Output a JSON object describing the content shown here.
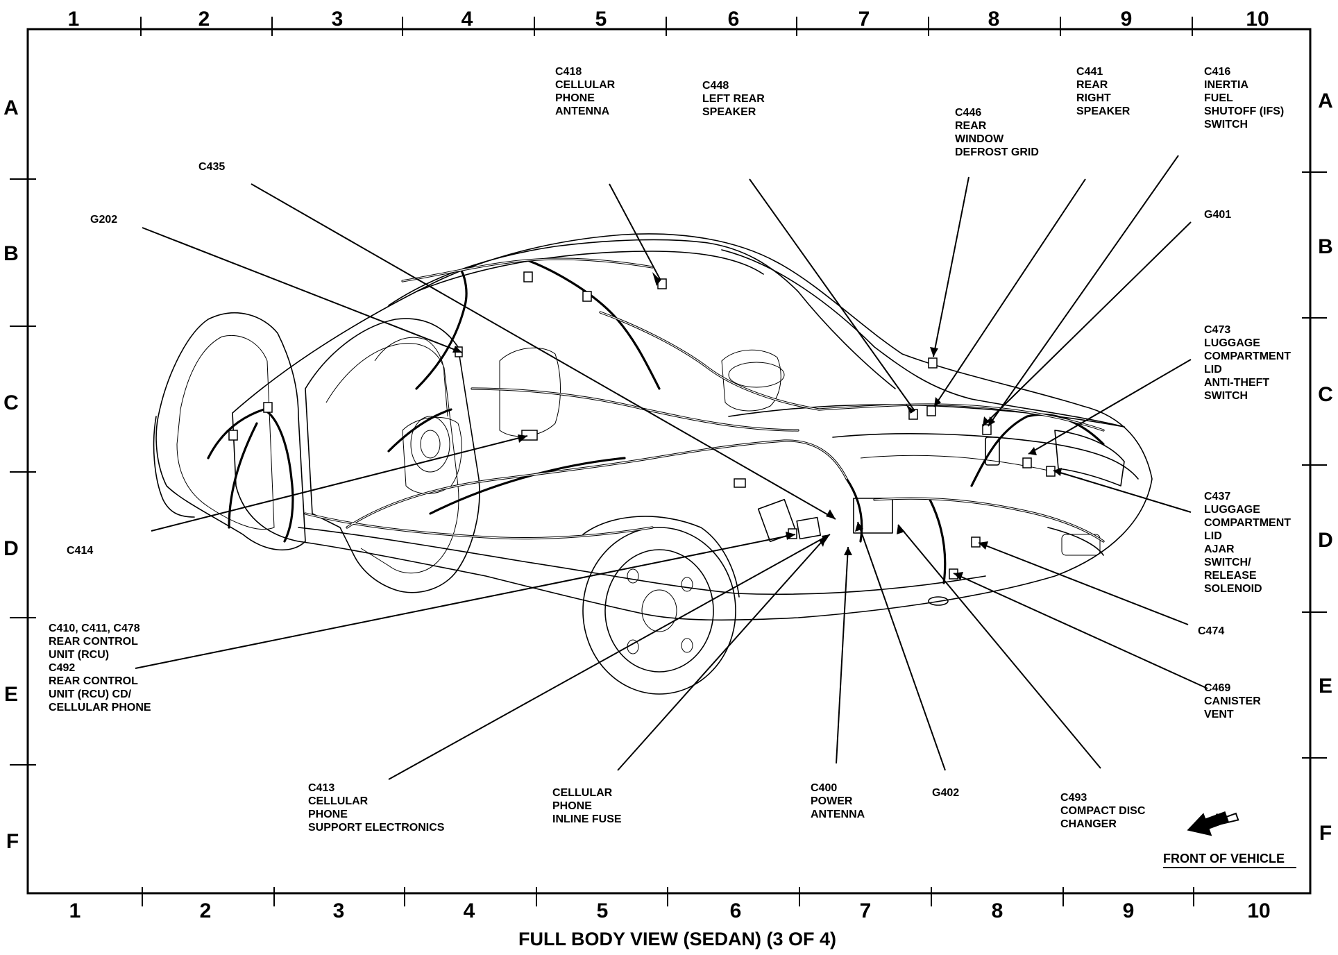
{
  "caption": "FULL BODY VIEW (SEDAN) (3 OF 4)",
  "front_indicator": {
    "label": "FRONT OF VEHICLE",
    "icon": "front-arrow-icon"
  },
  "grid": {
    "columns": [
      "1",
      "2",
      "3",
      "4",
      "5",
      "6",
      "7",
      "8",
      "9",
      "10"
    ],
    "rows": [
      "A",
      "B",
      "C",
      "D",
      "E",
      "F"
    ]
  },
  "callouts": [
    {
      "id": "c418",
      "lines": [
        "C418",
        "CELLULAR",
        "PHONE",
        "ANTENNA"
      ]
    },
    {
      "id": "c448",
      "lines": [
        "C448",
        "LEFT REAR",
        "SPEAKER"
      ]
    },
    {
      "id": "c446",
      "lines": [
        "C446",
        "REAR",
        "WINDOW",
        "DEFROST GRID"
      ]
    },
    {
      "id": "c441",
      "lines": [
        "C441",
        "REAR",
        "RIGHT",
        "SPEAKER"
      ]
    },
    {
      "id": "c416",
      "lines": [
        "C416",
        "INERTIA",
        "FUEL",
        "SHUTOFF (IFS)",
        "SWITCH"
      ]
    },
    {
      "id": "c435",
      "lines": [
        "C435"
      ]
    },
    {
      "id": "g202",
      "lines": [
        "G202"
      ]
    },
    {
      "id": "g401",
      "lines": [
        "G401"
      ]
    },
    {
      "id": "c473",
      "lines": [
        "C473",
        "LUGGAGE",
        "COMPARTMENT",
        "LID",
        "ANTI-THEFT",
        "SWITCH"
      ]
    },
    {
      "id": "c437",
      "lines": [
        "C437",
        "LUGGAGE",
        "COMPARTMENT",
        "LID",
        "AJAR",
        "SWITCH/",
        "RELEASE",
        "SOLENOID"
      ]
    },
    {
      "id": "c414",
      "lines": [
        "C414"
      ]
    },
    {
      "id": "c474",
      "lines": [
        "C474"
      ]
    },
    {
      "id": "c410",
      "lines": [
        "C410, C411, C478",
        "REAR CONTROL",
        "UNIT (RCU)",
        "C492",
        "REAR CONTROL",
        "UNIT (RCU) CD/",
        "CELLULAR PHONE"
      ]
    },
    {
      "id": "c469",
      "lines": [
        "C469",
        "CANISTER",
        "VENT"
      ]
    },
    {
      "id": "c413",
      "lines": [
        "C413",
        "CELLULAR",
        "PHONE",
        "SUPPORT ELECTRONICS"
      ]
    },
    {
      "id": "fuse",
      "lines": [
        "CELLULAR",
        "PHONE",
        "INLINE FUSE"
      ]
    },
    {
      "id": "c400",
      "lines": [
        "C400",
        "POWER",
        "ANTENNA"
      ]
    },
    {
      "id": "g402",
      "lines": [
        "G402"
      ]
    },
    {
      "id": "c493",
      "lines": [
        "C493",
        "COMPACT DISC",
        "CHANGER"
      ]
    }
  ]
}
